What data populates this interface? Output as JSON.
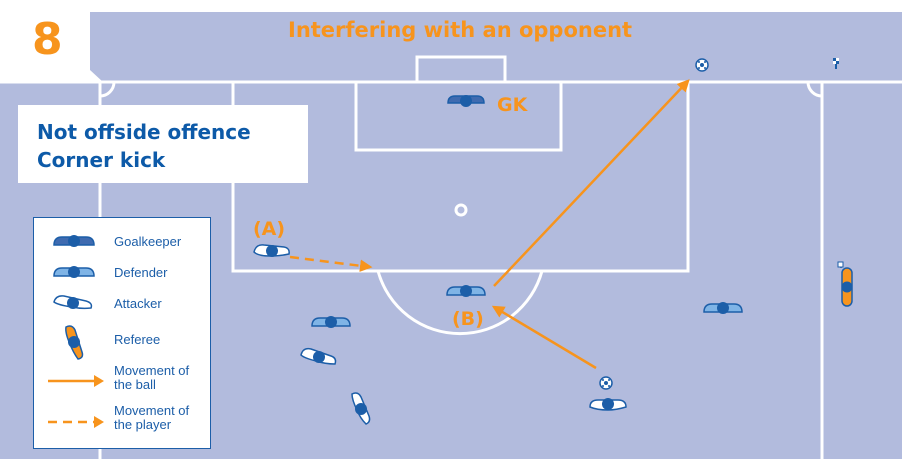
{
  "diagram": {
    "number": "8",
    "title": "Interfering with an opponent",
    "decision_line1": "Not offside offence",
    "decision_line2": "Corner kick",
    "labels": {
      "gk": "GK",
      "a": "(A)",
      "b": "(B)"
    }
  },
  "legend": {
    "goalkeeper": "Goalkeeper",
    "defender": "Defender",
    "attacker": "Attacker",
    "referee": "Referee",
    "ball_movement": [
      "Movement of",
      "the ball"
    ],
    "player_movement": [
      "Movement of",
      "the player"
    ]
  },
  "colors": {
    "pitch": "#b2bbdd",
    "lines": "#ffffff",
    "accent_orange": "#f7941d",
    "player_blue": "#1c5ea8",
    "goalkeeper_blue": "#3f6bb0"
  }
}
